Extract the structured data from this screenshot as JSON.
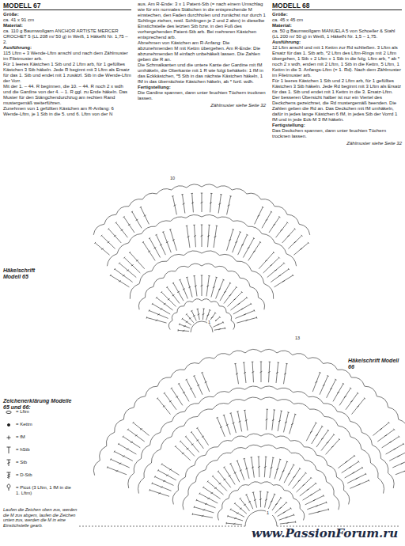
{
  "diagram": {
    "labels": [
      "MODELL 67",
      "Größe:",
      "ca. 41 x 91 cm",
      "Material:",
      "ca. 110 g Baumwollgarn ANCHOR ARTISTE MERCER CROCHET 5 (LL 208 m/ 50 g) in Weiß, 1 HäkelN Nr. 1,75 – 2.",
      "Ausführung:",
      "115 Lftm + 3 Wende-Lftm anschl und nach dem Zählmuster im Filetmuster arb.",
      "Für 1 leeres Kästchen 1 Stb und 2 Lftm arb, für 1 gefülltes Kästchen 3 Stb häkeln. Jede R beginnt mit 3 Lftm als Ersatz für das 1. Stb und endet mit 1 zusätzl. Stb in die Wende-Lftm der Vorr.",
      "Mit der 1. – 44. R beginnen, die 10. – 44. R noch 2 x wdh und die Gardine von der 4. – 1. R ggl. zu Ende häkeln. Das Muster für den Stängchendurchzug am rechten Rand mustergemäß weiterführen.",
      "Zunehmen von 1 gefüllten Kästchen am R-Anfang: 6 Wende-Lftm, je 1 Stb in die 5. und 6. Lftm von der N",
      "aus. Am R-Ende: 3 x 1 Patent-Stb (= nach einem Umschlag wie für ein normales Stäbchen in die entsprechende M einstechen, den Faden durchholen und zunächst nur durch 1 Schlinge ziehen, restl. Schlingen je 2 und 2 abm) in dieselbe Einstichstelle des letzten Stb bzw. in den Fuß des vorhergehenden Patent-Stb arb. Bei mehreren Kästchen entsprechend arb.",
      "Abnehmen von Kästchen am R-Anfang: Die abzunehmenden M mit Kettm übergehen. Am R-Ende: Die abzunehmenden M einfach unbehäkelt lassen. Die Zahlen geben die R an.",
      "Die Schmalkanten und die untere Kante der Gardine mit fM umhäkeln, die Oberkante mit 1 R wie folgt behäkeln: 1 fM in das Eckkästchen, *5 Stb in das nächste Kästchen häkeln, 1 fM in das übernächste Kästchen häkeln, ab * fortl. wdh.",
      "Fertigstellung:",
      "Die Gardine spannen, dann unter feuchten Tüchern trocknen lassen.",
      "Zählmuster siehe Seite 32",
      "MODELL 68",
      "Größe:",
      "ca. 45 x 45 cm",
      "Material:",
      "ca. 50 g Baumwollgarn MANUELA 5 von Schoeller & Stahl (LL 200 m/ 50 g) in Weiß, 1 HäkelN Nr. 1,5 – 1,75.",
      "Ausführung:",
      "12 Lftm anschl und mit 1 Kettm zur Rd schließen. 3 Lftm als Ersatz für das 1. Stb arb, *2 Lftm des Lftm-Rings mit 2 Lftm übergehen, 1 Stb + 2 Lftm + 1 Stb in die folg. Lftm arb, * ab * noch 2 x wdh, enden mit 2 Lftm, 1 Stb in die Kettm, 5 Lftm, 1 Kettm in die 3. Anfangs-Lftm (= 1. Rd). Nach dem Zählmuster im Filetmuster arb.",
      "Für 1 leeres Kästchen 1 Stb und 2 Lftm arb, für 1 gefülltes Kästchen 3 Stb häkeln. Jede Rd beginnt mit 3 Lftm als Ersatz für das 1. Stb und endet mit 1 Kettm in die 3. Ersatz-Lftm.",
      "Der besseren Übersicht halber ist nur ein Viertel des Deckchens gezeichnet, die Rd mustergemäß beenden. Die Zahlen geben die Rd an. Das Deckchen mit fM umhäkeln, dafür in jedes lange Kästchen 6 fM, in jedes Stb der Vorrd 1 fM und in jede Eck-M 3 fM häkeln.",
      "Fertigstellung:",
      "Das Deckchen spannen, dann unter feuchten Tüchern trocknen lassen.",
      "Zählmuster siehe Seite 32",
      "Häkelschrift Modell 65",
      "Häkelschrift Modell 66",
      "Zeichenerklärung Modelle 65 und 66:",
      "Laufen die Zeichen oben zus, werden die M zus abgem, laufen die Zeichen unten zus, werden die M in eine Einstichstelle gearb.",
      "www.PassionForum.ru",
      "10",
      "1",
      "13",
      "1"
    ],
    "legend": [
      {
        "text": "= Lftm"
      },
      {
        "text": "= Kettm"
      },
      {
        "text": "= fM"
      },
      {
        "text": "= hStb"
      },
      {
        "text": "= Stb"
      },
      {
        "text": "= D-Stb"
      },
      {
        "text": "= Picot (3 Lftm, 1 fM in die 1. Lftm)"
      }
    ]
  }
}
